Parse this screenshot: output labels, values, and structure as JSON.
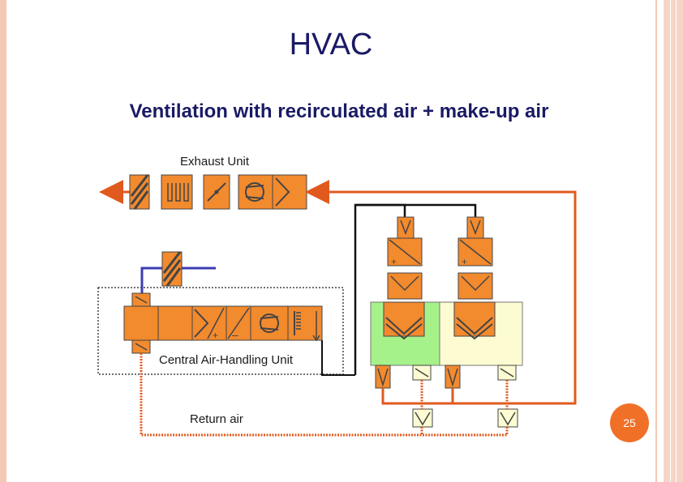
{
  "slide": {
    "title": "HVAC",
    "subtitle": "Ventilation with recirculated air + make-up air",
    "page_number": "25"
  },
  "diagram": {
    "exhaust_label": "Exhaust Unit",
    "ahu_label": "Central Air-Handling Unit",
    "return_label": "Return air"
  },
  "colors": {
    "component_fill": "#f28a2e",
    "component_stroke": "#444444",
    "supply_duct": "#e05a1e",
    "control_line": "#111111",
    "makeup_duct": "#3c3cb4",
    "room_green": "#a6f28a",
    "room_cream": "#fdfbd2",
    "return_duct": "#e05a1e"
  }
}
